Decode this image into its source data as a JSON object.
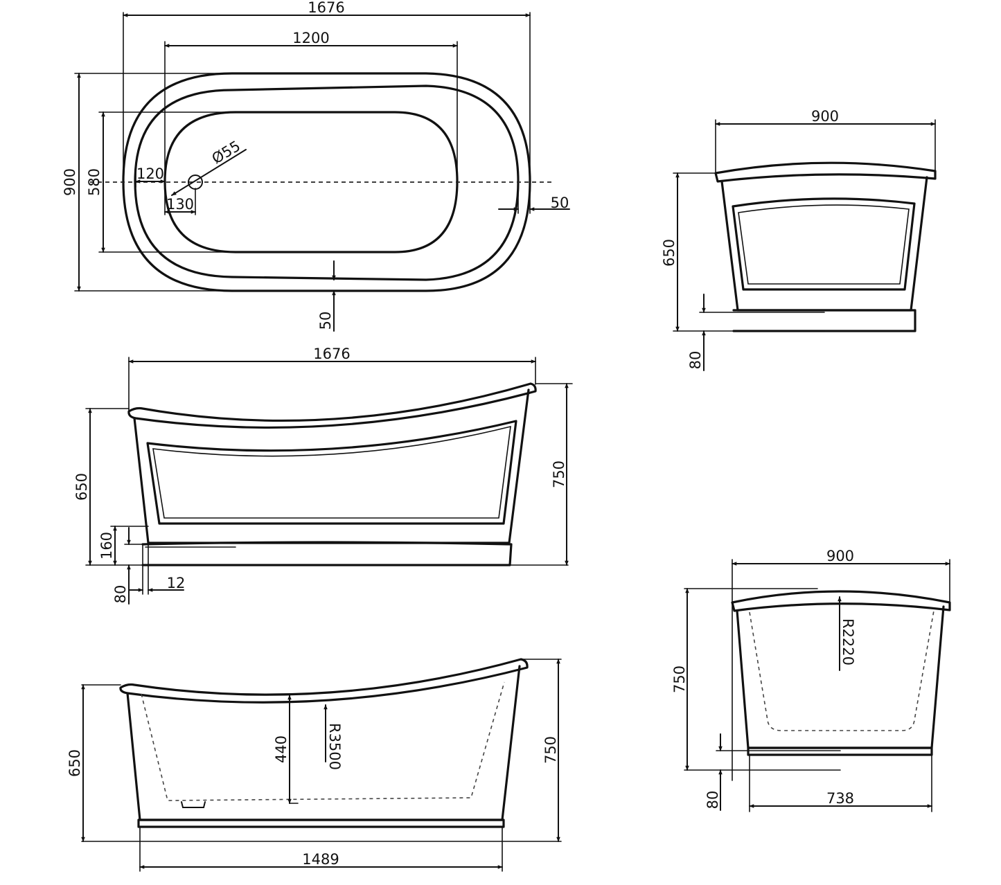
{
  "colors": {
    "line": "#111111",
    "background": "#ffffff"
  },
  "dimensions": {
    "plan": {
      "overall_length": "1676",
      "inner_length": "1200",
      "overall_width": "900",
      "inner_width": "580",
      "drain_offset": "120",
      "drain_diameter": "Ø55",
      "drain_center_offset": "130",
      "rim_end": "50",
      "rim_side": "50"
    },
    "end_view_top": {
      "width": "900",
      "height": "650",
      "plinth": "80"
    },
    "side_view": {
      "length": "1676",
      "height_body": "650",
      "height_total": "750",
      "plinth_height": "160",
      "plinth_base": "80",
      "plinth_offset": "12"
    },
    "section_side": {
      "height_body": "650",
      "height_total": "750",
      "inner_depth": "440",
      "radius": "R3500",
      "base_length": "1489"
    },
    "section_end": {
      "width": "900",
      "height": "750",
      "radius": "R2220",
      "plinth": "80",
      "base_width": "738"
    }
  }
}
